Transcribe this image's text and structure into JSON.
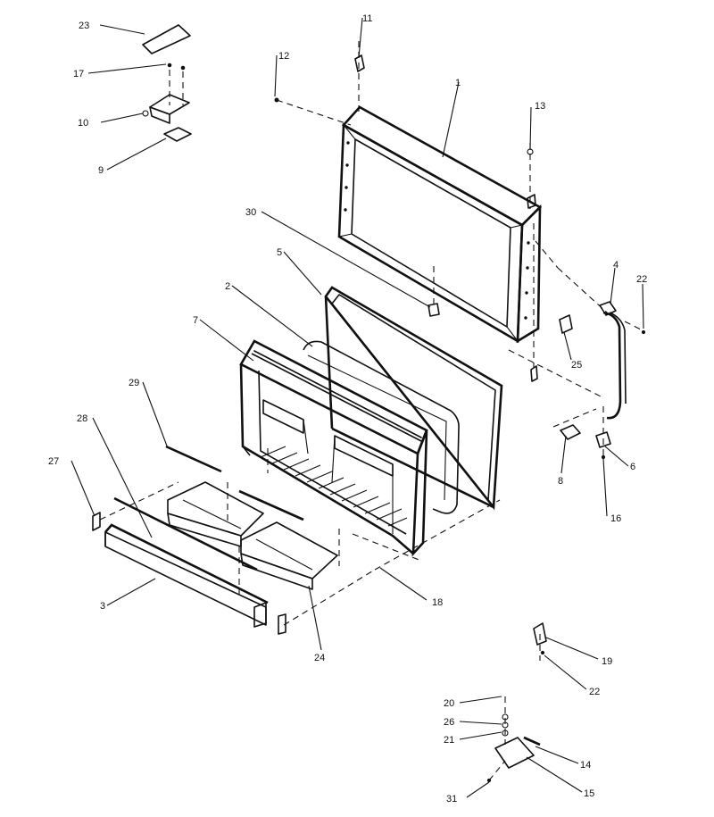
{
  "callouts": [
    {
      "id": "c1",
      "label": "1"
    },
    {
      "id": "c2",
      "label": "2"
    },
    {
      "id": "c3",
      "label": "3"
    },
    {
      "id": "c4",
      "label": "4"
    },
    {
      "id": "c5",
      "label": "5"
    },
    {
      "id": "c6",
      "label": "6"
    },
    {
      "id": "c7",
      "label": "7"
    },
    {
      "id": "c8",
      "label": "8"
    },
    {
      "id": "c9",
      "label": "9"
    },
    {
      "id": "c10",
      "label": "10"
    },
    {
      "id": "c11",
      "label": "11"
    },
    {
      "id": "c12",
      "label": "12"
    },
    {
      "id": "c13",
      "label": "13"
    },
    {
      "id": "c14",
      "label": "14"
    },
    {
      "id": "c15",
      "label": "15"
    },
    {
      "id": "c16",
      "label": "16"
    },
    {
      "id": "c17",
      "label": "17"
    },
    {
      "id": "c18",
      "label": "18"
    },
    {
      "id": "c19",
      "label": "19"
    },
    {
      "id": "c20",
      "label": "20"
    },
    {
      "id": "c21",
      "label": "21"
    },
    {
      "id": "c22a",
      "label": "22"
    },
    {
      "id": "c22b",
      "label": "22"
    },
    {
      "id": "c23",
      "label": "23"
    },
    {
      "id": "c24",
      "label": "24"
    },
    {
      "id": "c25",
      "label": "25"
    },
    {
      "id": "c26",
      "label": "26"
    },
    {
      "id": "c27",
      "label": "27"
    },
    {
      "id": "c28",
      "label": "28"
    },
    {
      "id": "c29",
      "label": "29"
    },
    {
      "id": "c30",
      "label": "30"
    },
    {
      "id": "c31",
      "label": "31"
    }
  ]
}
